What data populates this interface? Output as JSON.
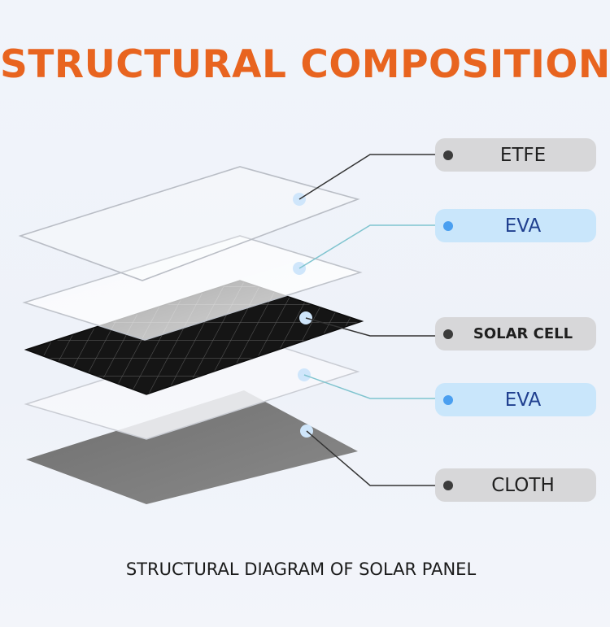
{
  "title": "STRUCTURAL COMPOSITION",
  "caption": "STRUCTURAL DIAGRAM OF SOLAR PANEL",
  "layers": [
    {
      "label": "ETFE",
      "style": "gray"
    },
    {
      "label": "EVA",
      "style": "blue"
    },
    {
      "label": "SOLAR CELL",
      "style": "gray"
    },
    {
      "label": "EVA",
      "style": "blue"
    },
    {
      "label": "CLOTH",
      "style": "gray"
    }
  ],
  "colors": {
    "title": "#e8641f",
    "label_gray": "#d7d7d9",
    "label_blue": "#c9e6fb",
    "solar_cell": "#151515",
    "cloth": "#7c7c7c"
  }
}
